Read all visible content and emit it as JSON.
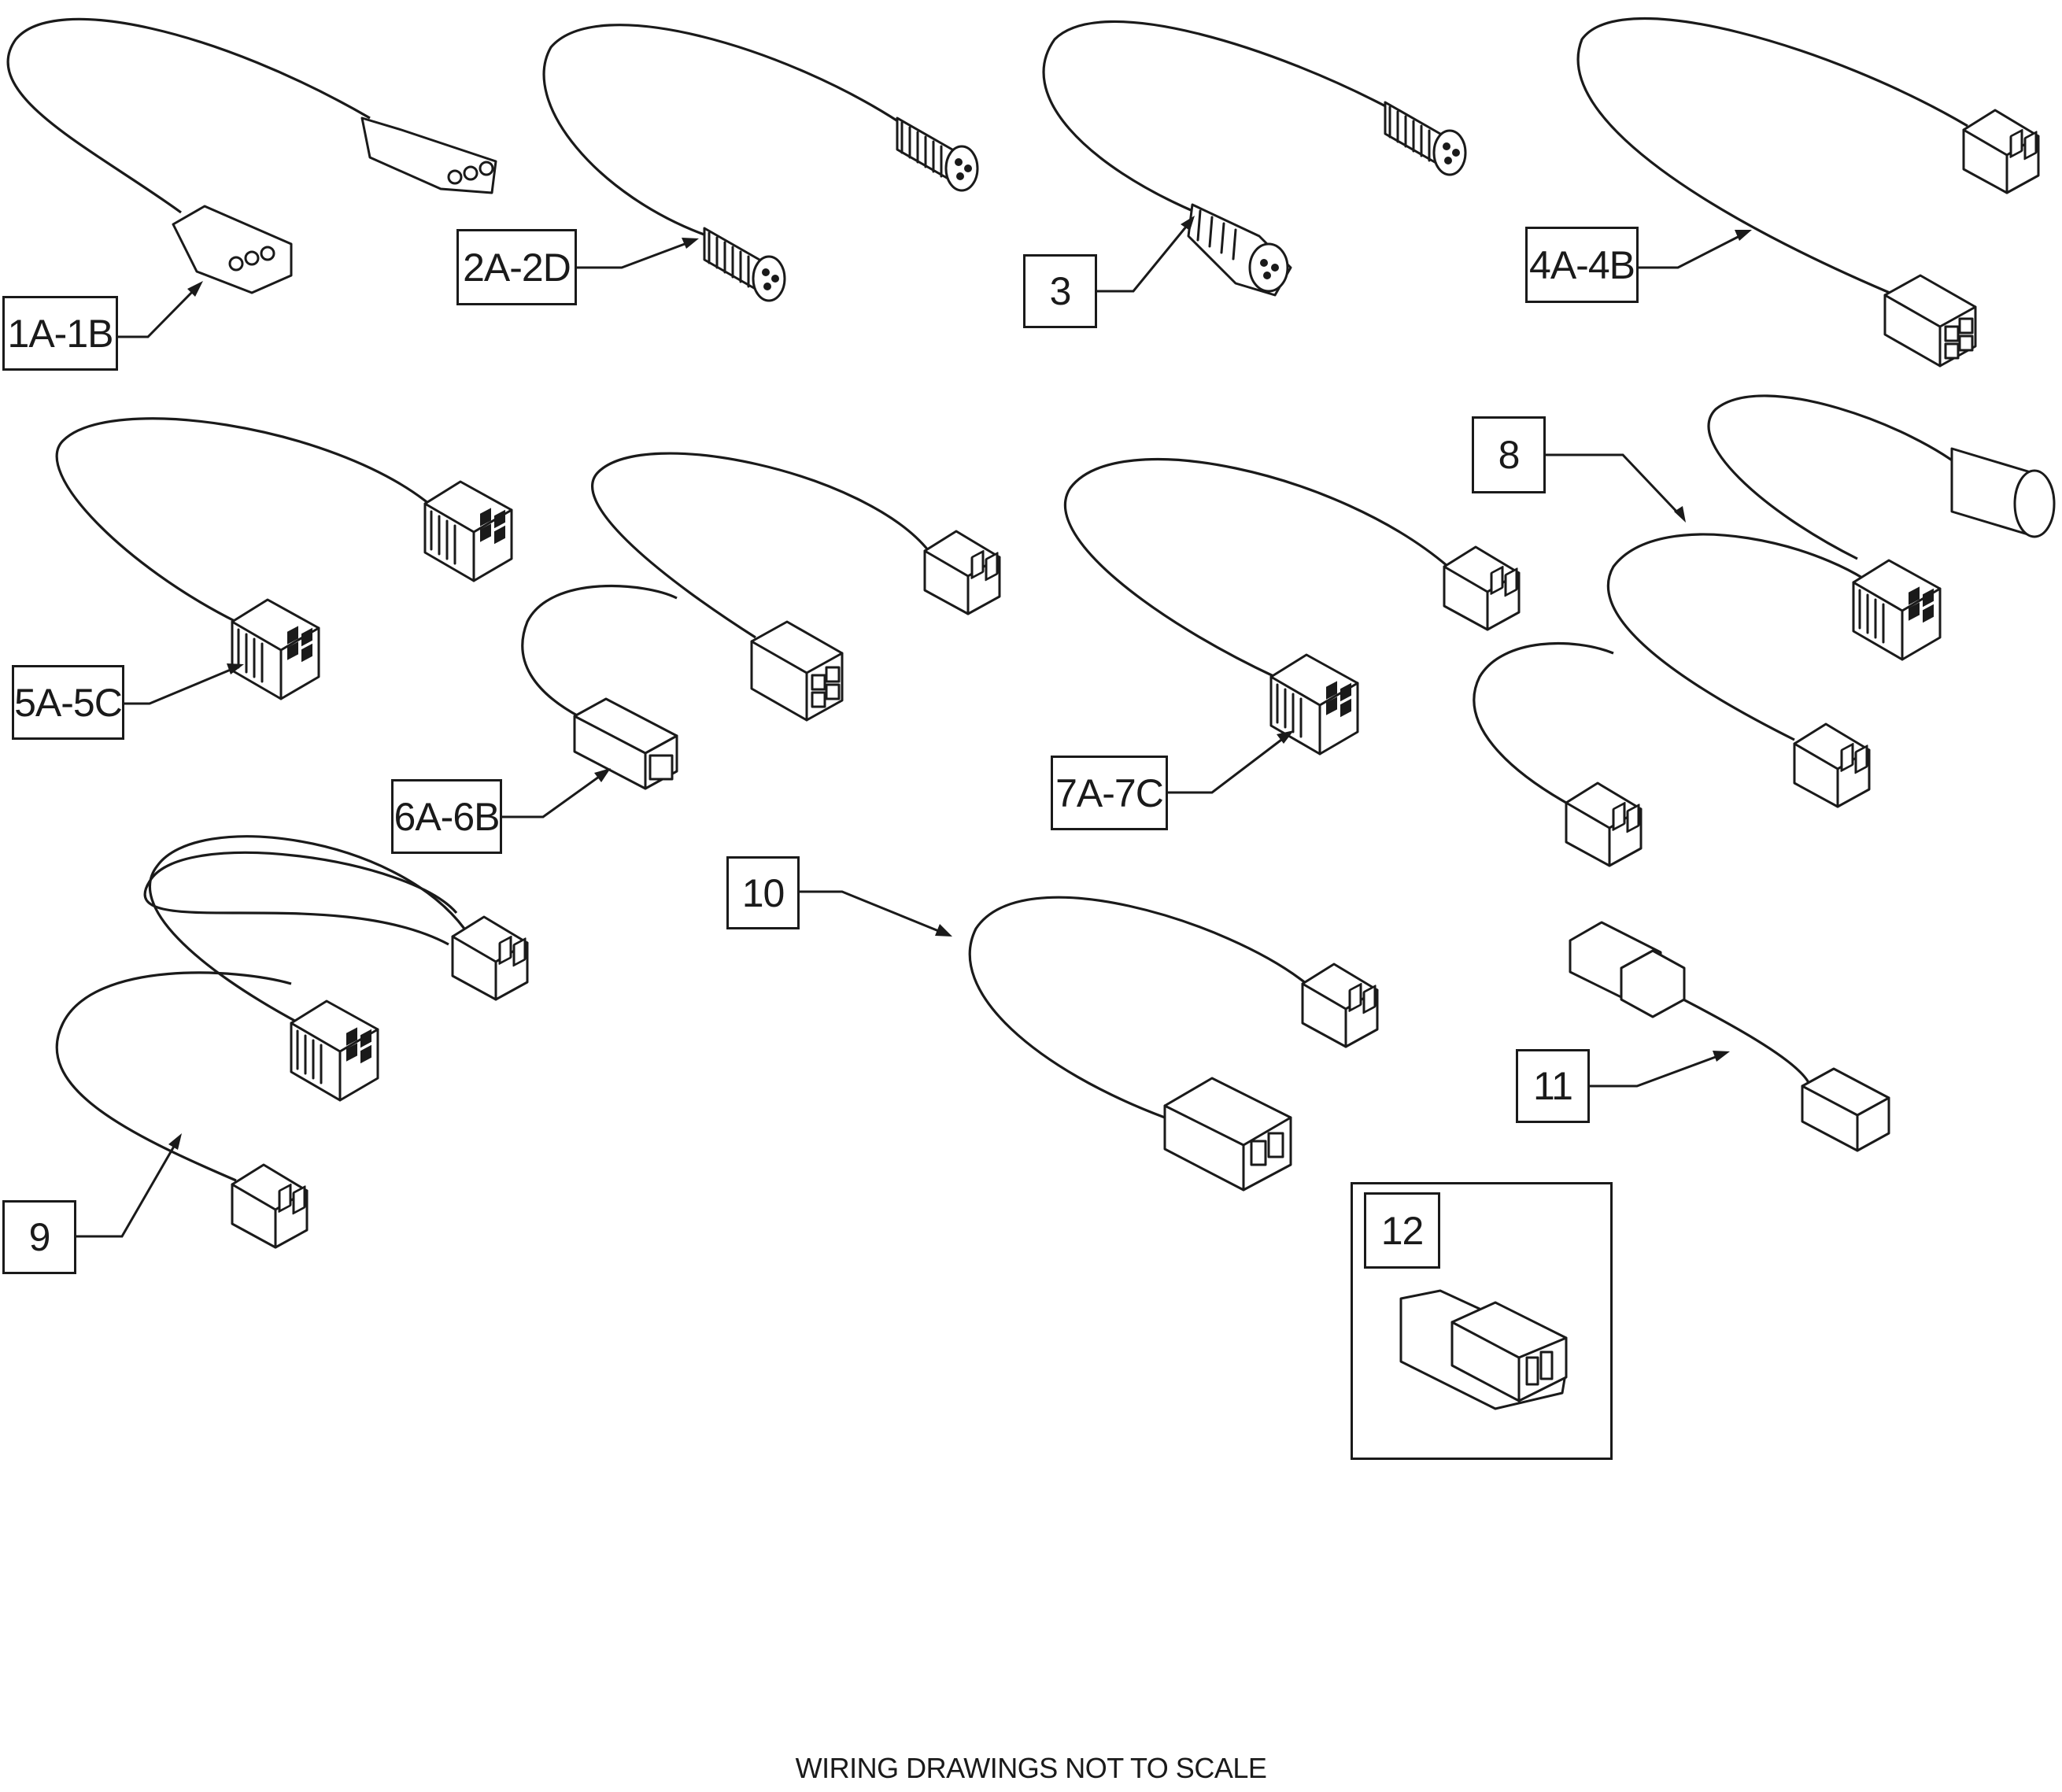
{
  "callouts": {
    "c1": "1A-1B",
    "c2": "2A-2D",
    "c3": "3",
    "c4": "4A-4B",
    "c5": "5A-5C",
    "c6": "6A-6B",
    "c7": "7A-7C",
    "c8": "8",
    "c9": "9",
    "c10": "10",
    "c11": "11",
    "c12": "12"
  },
  "note": "WIRING DRAWINGS NOT TO SCALE"
}
